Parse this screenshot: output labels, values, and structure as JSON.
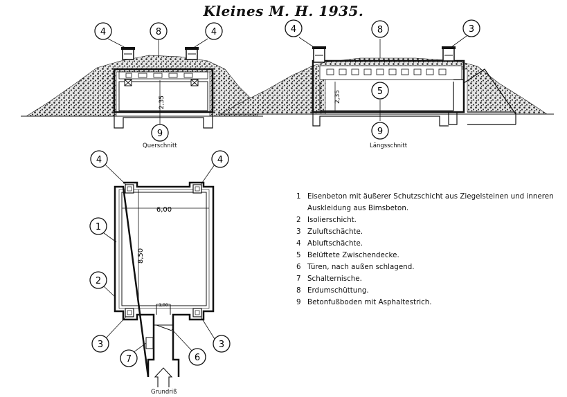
{
  "title": "Kleines M. H. 1935.",
  "captions": {
    "cross_section": "Querschnitt",
    "long_section": "Längsschnitt",
    "floor_plan": "Grundriß"
  },
  "dimensions": {
    "height": "2,35",
    "width": "6,00",
    "length": "8,50",
    "door_width": "1,00"
  },
  "markers": {
    "n1": "1",
    "n2": "2",
    "n3": "3",
    "n4": "4",
    "n5": "5",
    "n6": "6",
    "n7": "7",
    "n8": "8",
    "n9": "9"
  },
  "legend": [
    {
      "num": "1",
      "text": "Eisenbeton mit äußerer Schutzschicht aus Ziegelsteinen und inneren Auskleidung aus Bimsbeton."
    },
    {
      "num": "2",
      "text": "Isolierschicht."
    },
    {
      "num": "3",
      "text": "Zuluftschächte."
    },
    {
      "num": "4",
      "text": "Abluftschächte."
    },
    {
      "num": "5",
      "text": "Belüftete Zwischendecke."
    },
    {
      "num": "6",
      "text": "Türen, nach außen schlagend."
    },
    {
      "num": "7",
      "text": "Schalternische."
    },
    {
      "num": "8",
      "text": "Erdumschüttung."
    },
    {
      "num": "9",
      "text": "Betonfußboden mit Asphaltestrich."
    }
  ],
  "colors": {
    "ink": "#111111",
    "paper": "#ffffff",
    "fill": "#555555"
  }
}
